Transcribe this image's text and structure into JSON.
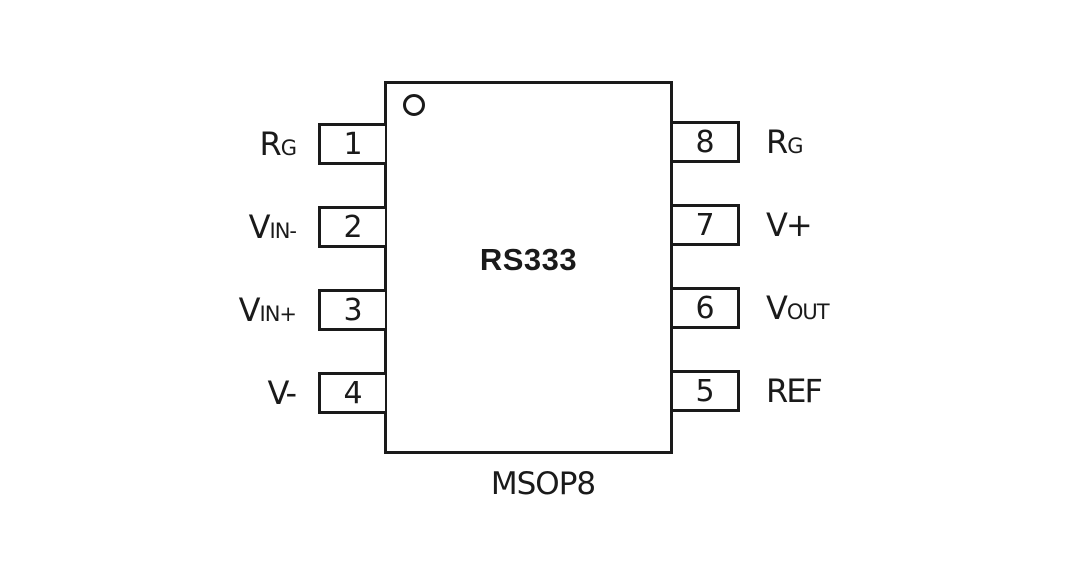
{
  "chip": {
    "name": "RS333",
    "package": "MSOP8"
  },
  "pins_left": [
    {
      "number": "1",
      "label_main": "R",
      "label_sub": "G"
    },
    {
      "number": "2",
      "label_main": "V",
      "label_sub": "IN-"
    },
    {
      "number": "3",
      "label_main": "V",
      "label_sub": "IN+"
    },
    {
      "number": "4",
      "label_main": "V-",
      "label_sub": ""
    }
  ],
  "pins_right": [
    {
      "number": "8",
      "label_main": "R",
      "label_sub": "G"
    },
    {
      "number": "7",
      "label_main": "V+",
      "label_sub": ""
    },
    {
      "number": "6",
      "label_main": "V",
      "label_sub": "OUT"
    },
    {
      "number": "5",
      "label_main": "REF",
      "label_sub": ""
    }
  ],
  "colors": {
    "stroke": "#1a1a1a",
    "background": "#ffffff"
  }
}
